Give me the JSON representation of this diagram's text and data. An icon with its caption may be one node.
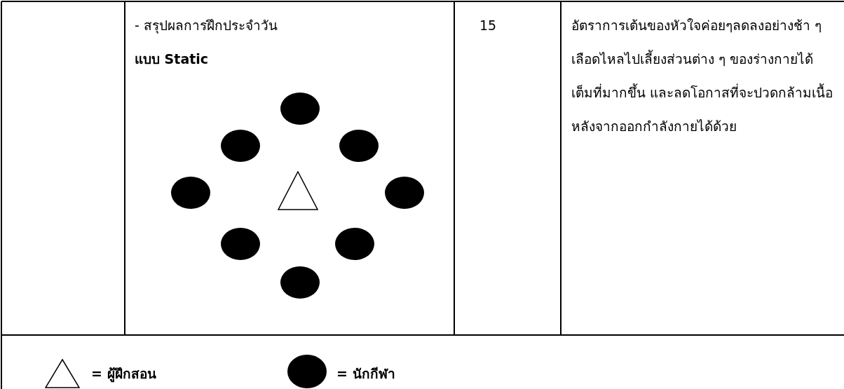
{
  "diagram": {
    "nodes": [
      {
        "text": [],
        "shape": "circle"
      },
      {
        "text": [],
        "shape": "circle"
      },
      {
        "text": [],
        "shape": "circle"
      },
      {
        "text": [],
        "shape": "circle"
      },
      {
        "text": [],
        "shape": "triangle"
      },
      {
        "text": [],
        "shape": "circle"
      },
      {
        "text": [],
        "shape": "circle"
      },
      {
        "text": [],
        "shape": "circle"
      },
      {
        "text": [],
        "shape": "circle"
      }
    ],
    "labels": [
      "- สรุปผลการฝึกประจำวัน",
      "**แบบ Static**",
      "15",
      "อัตราการเต้นของหัวใจค่อยๆลดลงอย่างช้า ๆ เลือดไหลไปเลี้ยงส่วนต่าง ๆ ของร่างกายได้เต็มที่มากขึ้น และลดโอกาสที่จะปวดกล้ามเนื้อหลังจากออกกำลังกายได้ด้วย"
    ],
    "legend": [
      {
        "text": "= ผู้ฝึกสอน"
      },
      {
        "text": "= นักกีฬา"
      }
    ]
  }
}
